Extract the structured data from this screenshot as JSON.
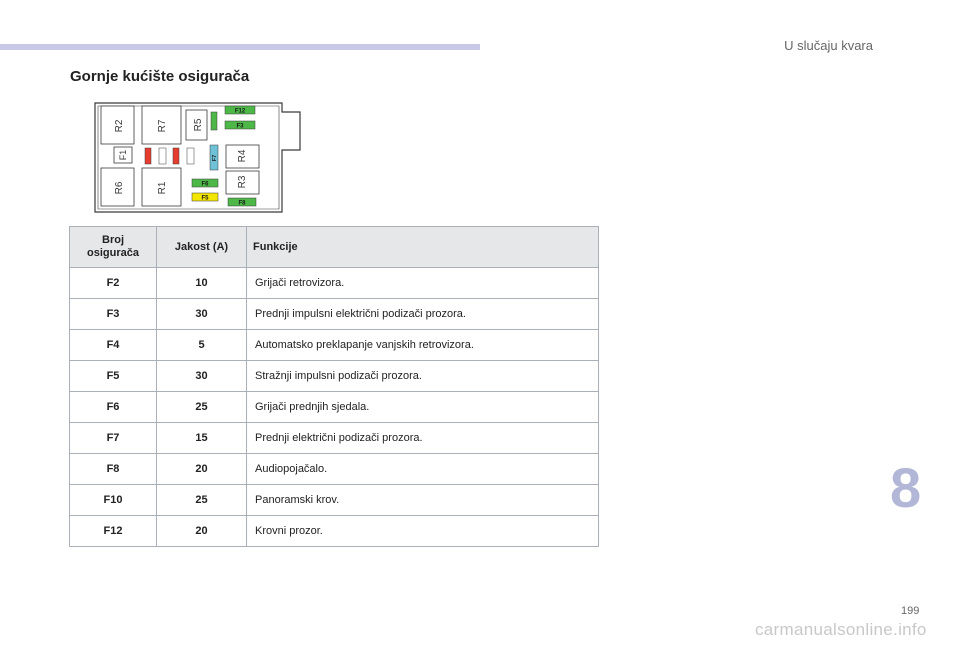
{
  "header": {
    "section_title": "U slučaju kvara",
    "heading": "Gornje kućište osigurača"
  },
  "diagram": {
    "relays": [
      "R2",
      "R7",
      "R5",
      "R4",
      "R6",
      "R1",
      "R3"
    ],
    "fuses": {
      "f1": "F1",
      "f12": "F12",
      "f3": "F3",
      "f7": "F7",
      "f6": "F6",
      "f5": "F5",
      "f8": "F8"
    },
    "colors": {
      "green": "#4db848",
      "yellow": "#f2e500",
      "red": "#e63c2e",
      "blue": "#6ec1d6",
      "outline": "#3a3a3a"
    }
  },
  "table": {
    "headers": {
      "fuse": "Broj osigurača",
      "amperage": "Jakost (A)",
      "functions": "Funkcije"
    },
    "rows": [
      {
        "fuse": "F2",
        "amp": "10",
        "func": "Grijači retrovizora."
      },
      {
        "fuse": "F3",
        "amp": "30",
        "func": "Prednji impulsni električni podizači prozora."
      },
      {
        "fuse": "F4",
        "amp": "5",
        "func": "Automatsko preklapanje vanjskih retrovizora."
      },
      {
        "fuse": "F5",
        "amp": "30",
        "func": "Stražnji impulsni podizači prozora."
      },
      {
        "fuse": "F6",
        "amp": "25",
        "func": "Grijači prednjih sjedala."
      },
      {
        "fuse": "F7",
        "amp": "15",
        "func": "Prednji električni podizači prozora."
      },
      {
        "fuse": "F8",
        "amp": "20",
        "func": "Audiopojačalo."
      },
      {
        "fuse": "F10",
        "amp": "25",
        "func": "Panoramski krov."
      },
      {
        "fuse": "F12",
        "amp": "20",
        "func": "Krovni prozor."
      }
    ]
  },
  "footer": {
    "chapter_number": "8",
    "page_number": "199",
    "watermark": "carmanualsonline.info"
  }
}
